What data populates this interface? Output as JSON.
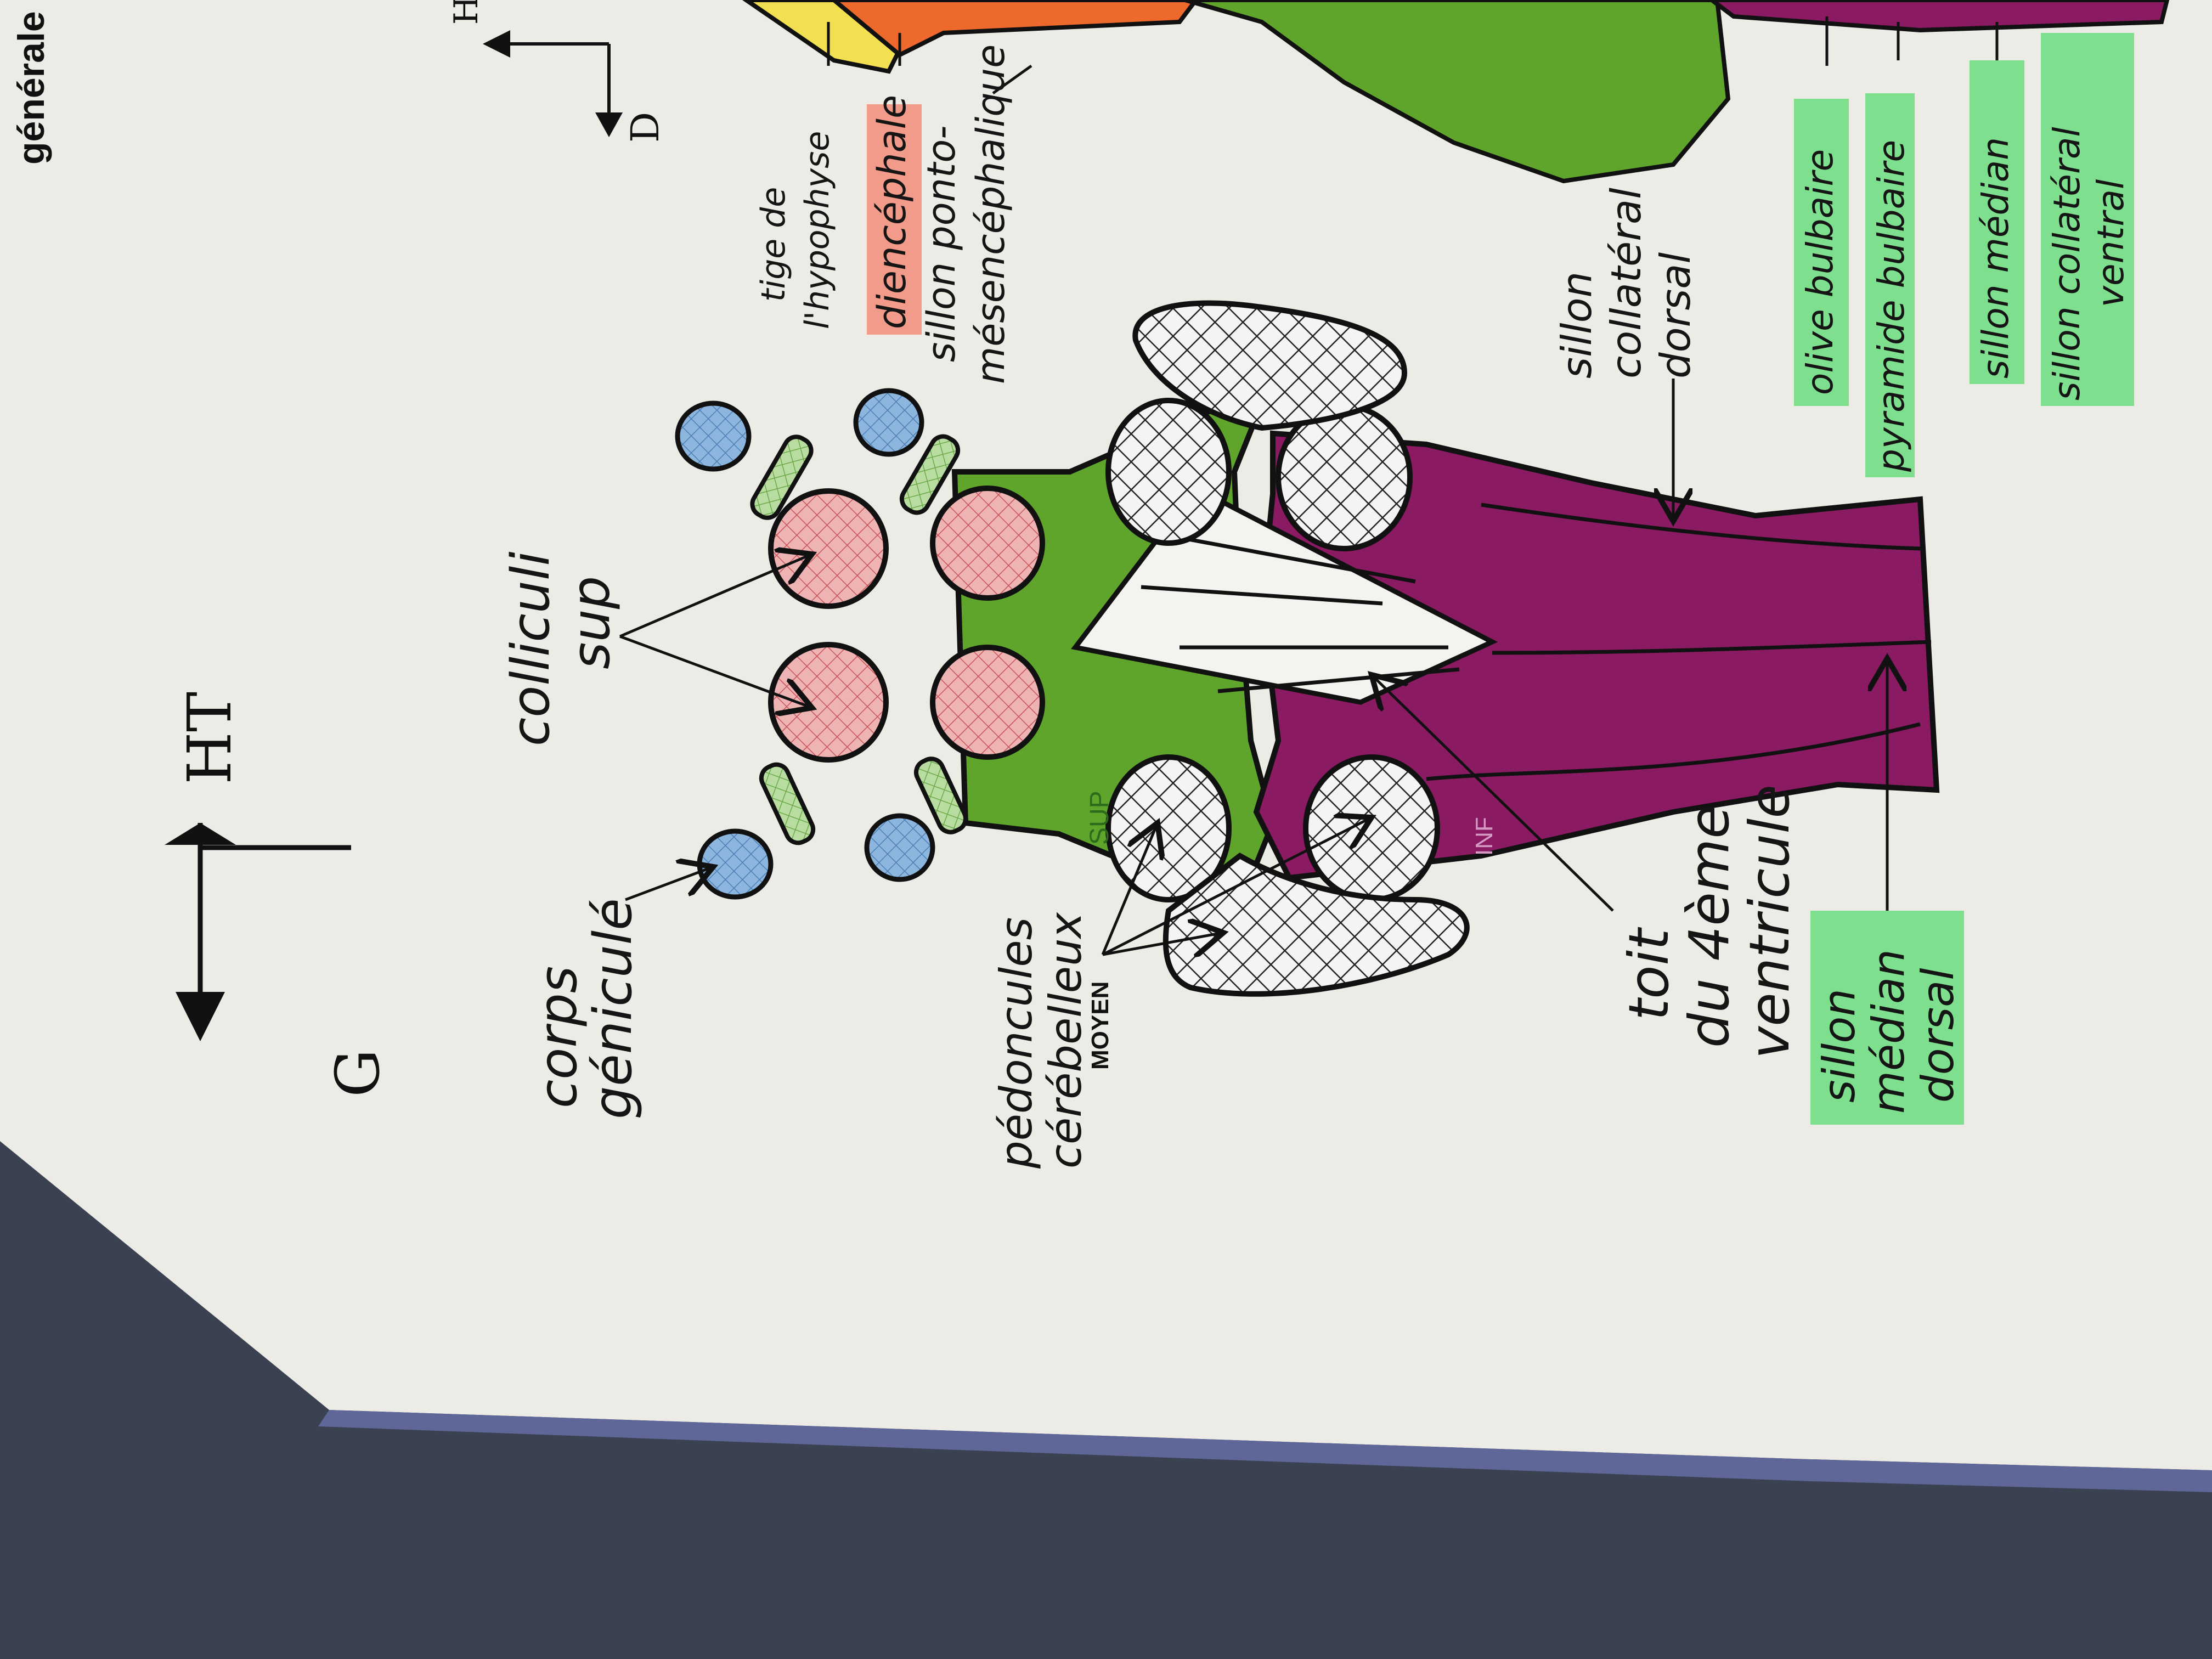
{
  "page": {
    "header_text": "générale du tronc",
    "colors": {
      "paper": "#ecebe6",
      "background": "#3a4150",
      "midbrain_green": "#5fa52c",
      "brainstem_purple": "#8a1a62",
      "colliculus_red": "#e9a3a3",
      "geniculate_blue": "#7ba7d4",
      "highlight_green": "#7ee08e",
      "highlight_salmon": "#f39b8a",
      "orange_region": "#ee6a2c",
      "yellow_region": "#f2df52"
    }
  },
  "orientation_main": {
    "up_label": "HT",
    "left_label": "G"
  },
  "orientation_small": {
    "up_label": "Ht",
    "down_label": "D"
  },
  "labels": {
    "corps_genicule": [
      "corps",
      "géniculé"
    ],
    "colliculi_sup": [
      "colliculi",
      "sup"
    ],
    "pedoncules": [
      "pédoncules",
      "cérébelleux"
    ],
    "sup": "SUP",
    "moyen": "MOYEN",
    "inf": "INF",
    "toit": [
      "toit",
      "du 4ème",
      "ventricule"
    ],
    "sillon_median_dorsal": [
      "sillon",
      "médian",
      "dorsal"
    ],
    "sillon_collateral_dorsal": [
      "sillon",
      "collatéral",
      "dorsal"
    ],
    "tige_hypophyse": [
      "tige de",
      "l'hypophyse"
    ],
    "diencephale": "diencéphale",
    "sillon_ponto": [
      "sillon ponto-",
      "mésencéphalique"
    ],
    "olive": "olive bulbaire",
    "pyramide": "pyramide bulbaire",
    "sillon_median": "sillon médian",
    "sillon_collateral_ventral": [
      "sillon collatéral",
      "ventral"
    ]
  }
}
